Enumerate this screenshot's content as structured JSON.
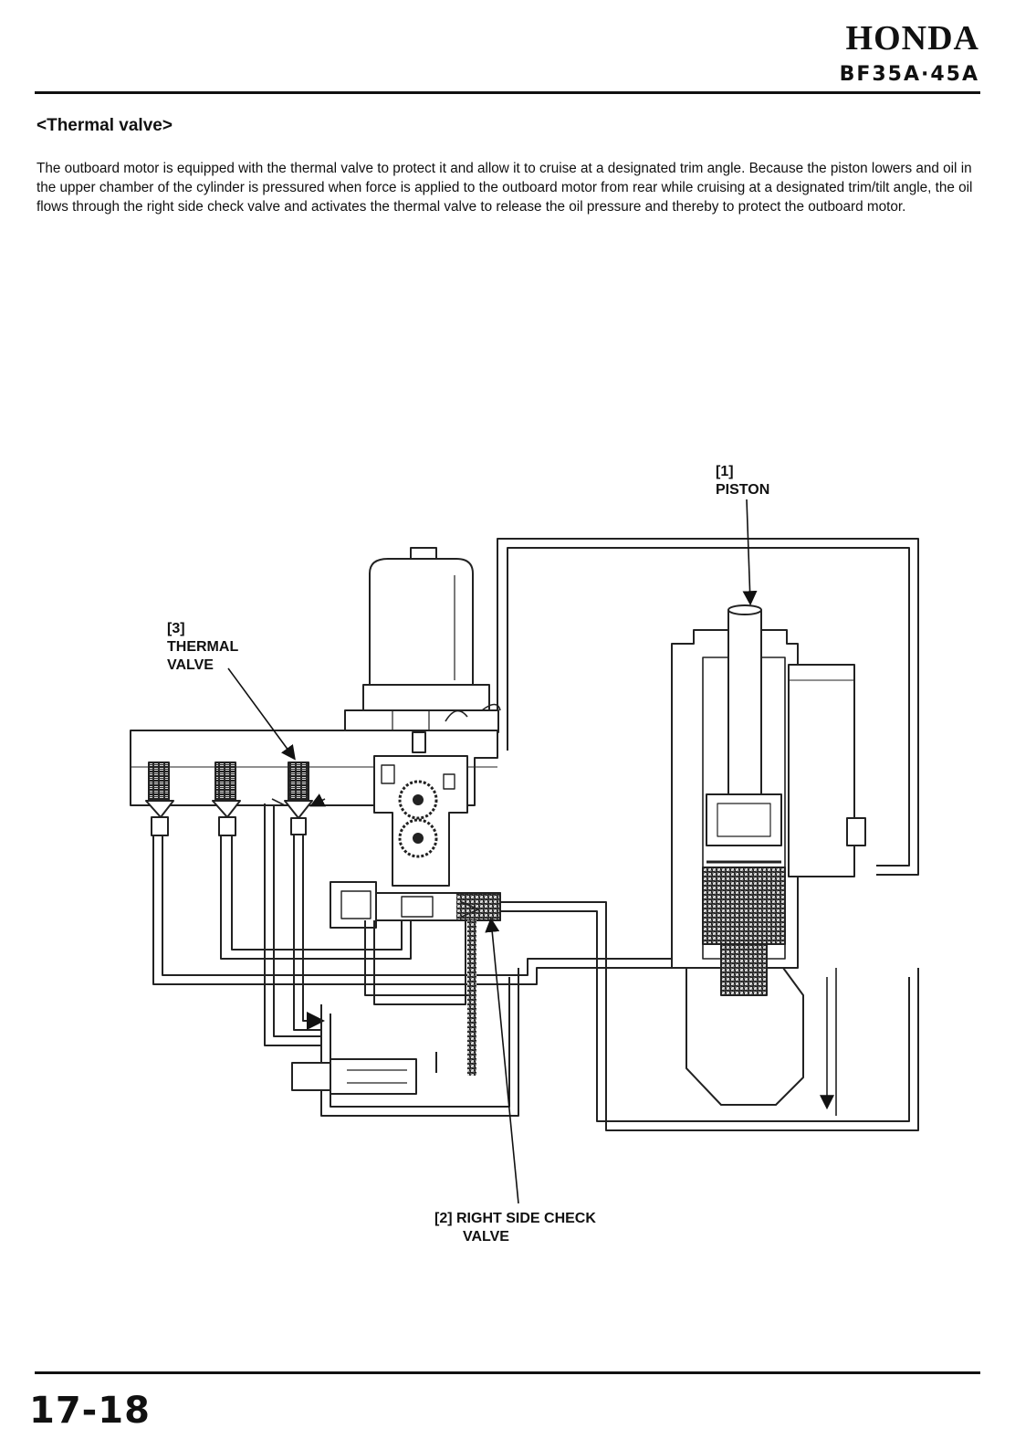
{
  "header": {
    "brand": "HONDA",
    "model": "BF35A·45A"
  },
  "section": {
    "title": "<Thermal valve>",
    "paragraph": "The outboard motor is equipped with the thermal valve to protect it and allow it to cruise at a designated trim angle. Because the piston lowers and oil in the upper chamber of the cylinder is pressured when force is applied to the outboard motor from rear while cruising at a designated trim/tilt angle, the oil flows through the right side check valve and activates the thermal valve to release the oil pressure and thereby to protect the outboard motor."
  },
  "diagram": {
    "labels": {
      "piston_num": "[1]",
      "piston": "PISTON",
      "thermal_num": "[3]",
      "thermal_1": "THERMAL",
      "thermal_2": "VALVE",
      "check_1": "[2] RIGHT SIDE CHECK",
      "check_2": "VALVE"
    }
  },
  "footer": {
    "page_number": "17-18"
  }
}
